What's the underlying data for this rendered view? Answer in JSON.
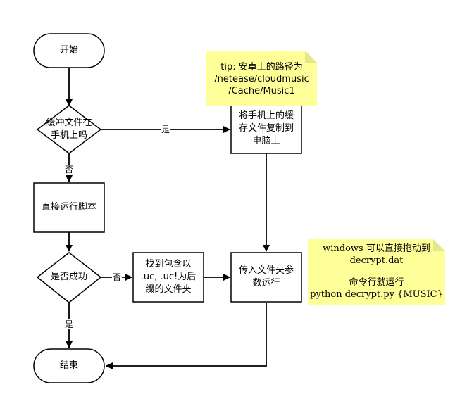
{
  "nodes": {
    "start": "开始",
    "decision_cache": "缓冲文件在\n手机上吗",
    "run_script": "直接运行脚本",
    "decision_success": "是否成功",
    "find_folder": "找到包含以\n.uc, .uc!为后\n缀的文件夹",
    "copy_to_pc": "将手机上的缓\n存文件复制到\n电脑上",
    "pass_folder": "传入文件夹参\n数运行",
    "end": "结束"
  },
  "edges": {
    "cache_yes": "是",
    "cache_no": "否",
    "success_no": "否",
    "success_yes": "是"
  },
  "notes": {
    "tip_path": "tip:  安卓上的路径为\n/netease/cloudmusic\n/Cache/Music1",
    "windows_line1": "windows 可以直接拖动到\ndecrypt.dat",
    "windows_line2": "命令行就运行\npython decrypt.py {MUSIC}"
  },
  "colors": {
    "stroke": "#000000",
    "node_fill": "#ffffff",
    "note_fill": "#ffff99",
    "note_fold": "#e6e68a"
  }
}
